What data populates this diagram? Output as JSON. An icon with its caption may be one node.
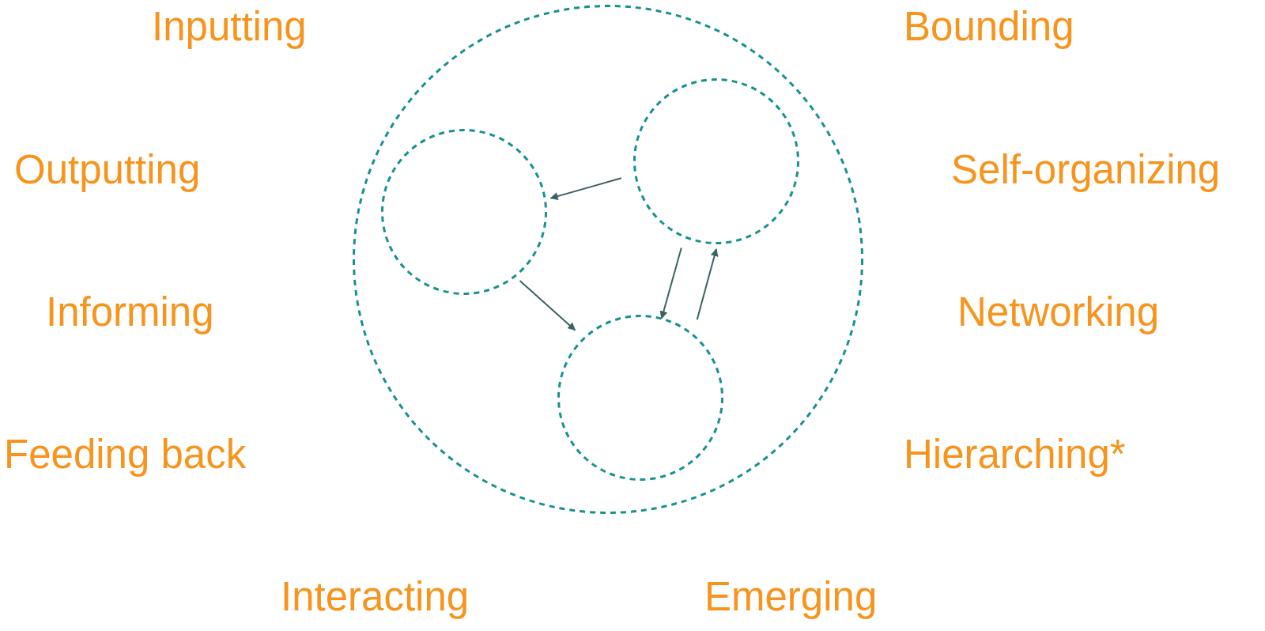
{
  "diagram": {
    "nodes": [
      {
        "text": [],
        "shape": "circle"
      },
      {
        "text": [],
        "shape": "circle",
        "in": 0
      },
      {
        "text": [],
        "shape": "circle",
        "in": 0
      },
      {
        "text": [],
        "shape": "circle",
        "in": 0
      }
    ],
    "edges": [
      {
        "from": 1,
        "to": 2,
        "arrow": "to"
      },
      {
        "from": 2,
        "to": 3,
        "arrow": "to"
      },
      {
        "from": 1,
        "to": 3,
        "arrow": "to"
      },
      {
        "from": 3,
        "to": 1,
        "arrow": "to"
      }
    ],
    "labels": [
      "Inputting",
      "Bounding",
      "Outputting",
      "Self-organizing",
      "Informing",
      "Networking",
      "Feeding back",
      "Hierarching*",
      "Interacting",
      "Emerging"
    ]
  }
}
